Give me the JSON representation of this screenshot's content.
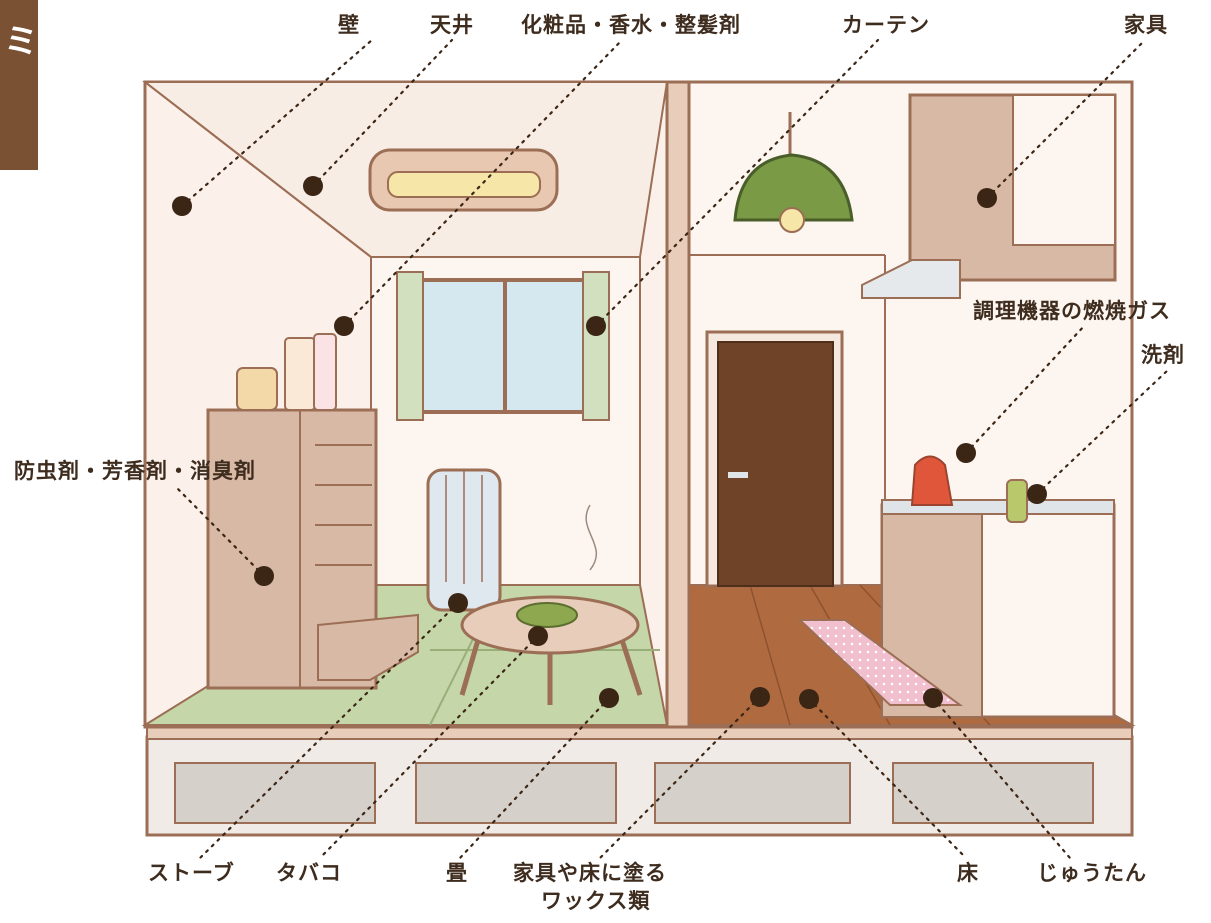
{
  "side_tab": {
    "glyph": "ミ"
  },
  "labels": {
    "wall": "壁",
    "ceiling": "天井",
    "cosmetics": "化粧品・香水・整髪剤",
    "curtain": "カーテン",
    "furniture": "家具",
    "cooking_gas": "調理機器の燃焼ガス",
    "detergent": "洗剤",
    "repellent": "防虫剤・芳香剤・消臭剤",
    "stove": "ストーブ",
    "tobacco": "タバコ",
    "tatami": "畳",
    "wax_line1": "家具や床に塗る",
    "wax_line2": "ワックス類",
    "floor": "床",
    "carpet": "じゅうたん"
  },
  "colors": {
    "outline": "#9b6e55",
    "dot": "#3b2616",
    "tatami": "#c5d6a8",
    "wood_floor": "#b06a3f",
    "cabinet": "#d8b9a6",
    "door": "#6e4328",
    "lamp": "#7a9a45",
    "kettle": "#e0563a",
    "carpet": "#f2bfcf",
    "tab": "#7a5233"
  }
}
